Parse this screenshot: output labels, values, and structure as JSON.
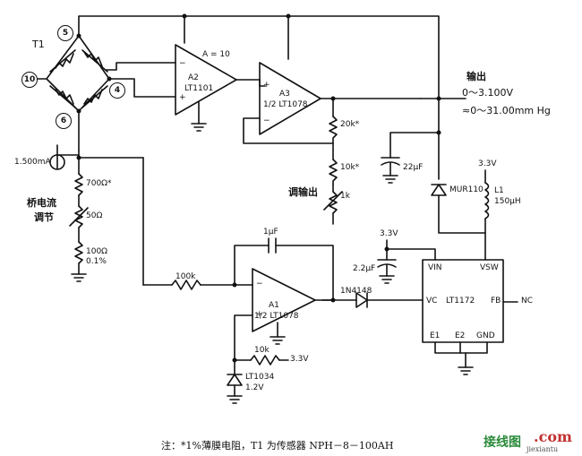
{
  "labels": {
    "t1": "T1",
    "node_5": "5",
    "node_10": "10",
    "node_4": "4",
    "node_6": "6",
    "gain": "A = 10",
    "a2_name": "A2",
    "a2_part": "LT1101",
    "a3_name": "A3",
    "a3_part": "1/2 LT1078",
    "a1_name": "A1",
    "a1_part": "1/2 LT1078",
    "output_cn": "输出",
    "output_v": "0～3.100V",
    "output_p": "≈0～31.00mm Hg",
    "r_20k": "20k*",
    "r_10k": "10k*",
    "r_1k": "1k",
    "adjust_out": "调输出",
    "current_src": "1.500mA",
    "r_700": "700Ω*",
    "bridge_adj_1": "桥电流",
    "bridge_adj_2": "调节",
    "r_50": "50Ω",
    "r_100_a": "100Ω",
    "r_100_b": "0.1%",
    "c_22u": "22μF",
    "d_mur": "MUR110",
    "v_33_a": "3.3V",
    "l1_a": "L1",
    "l1_b": "150μH",
    "c_1u": "1μF",
    "r_100k": "100k",
    "v_33_b": "3.3V",
    "c_2_2u": "2.2μF",
    "d_1n4148": "1N4148",
    "ic_vin": "VIN",
    "ic_vsw": "VSW",
    "ic_part": "LT1172",
    "ic_vc": "VC",
    "ic_fb": "FB",
    "ic_nc": "NC",
    "ic_e1": "E1",
    "ic_e2": "E2",
    "ic_gnd": "GND",
    "r_10k_b": "10k",
    "v_33_c": "3.3V",
    "ref_part": "LT1034",
    "ref_v": "1.2V",
    "minus": "−",
    "plus": "+"
  },
  "caption": "注：*1%薄膜电阻，T1 为传感器 NPH－8－100AH",
  "watermark": {
    "brand": "接线图",
    "suffix": ".com",
    "sub": "jiexiantu"
  },
  "colors": {
    "ink": "#111111",
    "watermark_brand": "#2a8a3a",
    "watermark_com": "#c23030"
  }
}
